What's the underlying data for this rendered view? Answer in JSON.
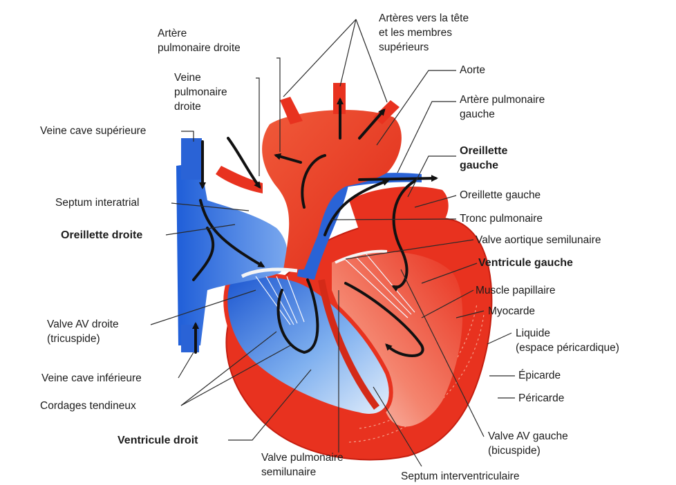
{
  "colors": {
    "oxygenated": "#e8321f",
    "oxygenated_light": "#f6a090",
    "deoxygenated": "#1f5ed8",
    "deoxygenated_light": "#a9c7f2",
    "flow_arrow": "#111111",
    "leader_line": "#2a2a2a"
  },
  "labels": {
    "arteres_tete": [
      "Artères vers la tête",
      "et les membres",
      "supérieurs"
    ],
    "artere_pulm_droite": [
      "Artère",
      "pulmonaire droite"
    ],
    "veine_pulm_droite": [
      "Veine",
      "pulmonaire",
      "droite"
    ],
    "veine_cave_sup": "Veine cave supérieure",
    "aorte": "Aorte",
    "artere_pulm_gauche": [
      "Artère pulmonaire",
      "gauche"
    ],
    "oreillette_gauche_bold": [
      "Oreillette",
      "gauche"
    ],
    "oreillette_gauche": "Oreillette gauche",
    "septum_interatrial": "Septum interatrial",
    "tronc_pulmonaire": "Tronc pulmonaire",
    "oreillette_droite": "Oreillette droite",
    "valve_aortique": "Valve aortique semilunaire",
    "ventricule_gauche": "Ventricule gauche",
    "muscle_papillaire": "Muscle papillaire",
    "myocarde": "Myocarde",
    "valve_av_droite": [
      "Valve AV droite",
      "(tricuspide)"
    ],
    "liquide": [
      "Liquide",
      "(espace péricardique)"
    ],
    "veine_cave_inf": "Veine cave inférieure",
    "epicarde": "Épicarde",
    "cordages": "Cordages tendineux",
    "pericarde": "Péricarde",
    "ventricule_droit": "Ventricule droit",
    "valve_av_gauche": [
      "Valve AV gauche",
      "(bicuspide)"
    ],
    "valve_pulmonaire": [
      "Valve pulmonaire",
      "semilunaire"
    ],
    "septum_interventriculaire": "Septum interventriculaire"
  }
}
